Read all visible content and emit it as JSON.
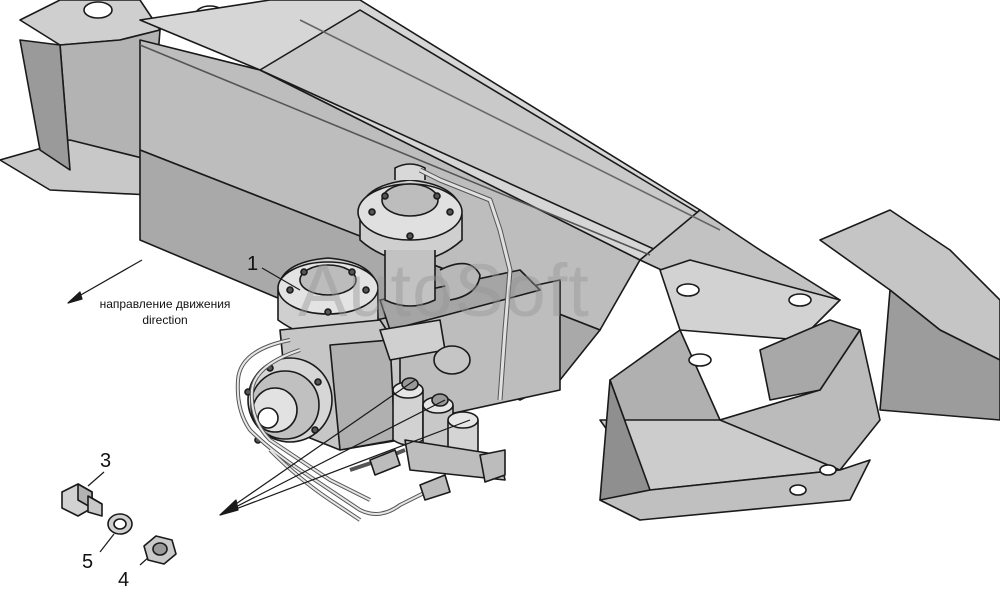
{
  "annotations": {
    "direction_ru": "направление движения",
    "direction_en": "direction"
  },
  "callouts": [
    "1",
    "3",
    "5",
    "4"
  ],
  "watermark": "AutoSoft",
  "colors": {
    "frame_light": "#cfcfcf",
    "frame_mid": "#b3b3b3",
    "frame_dark": "#8a8a8a",
    "outline": "#1a1a1a",
    "background": "#ffffff"
  }
}
